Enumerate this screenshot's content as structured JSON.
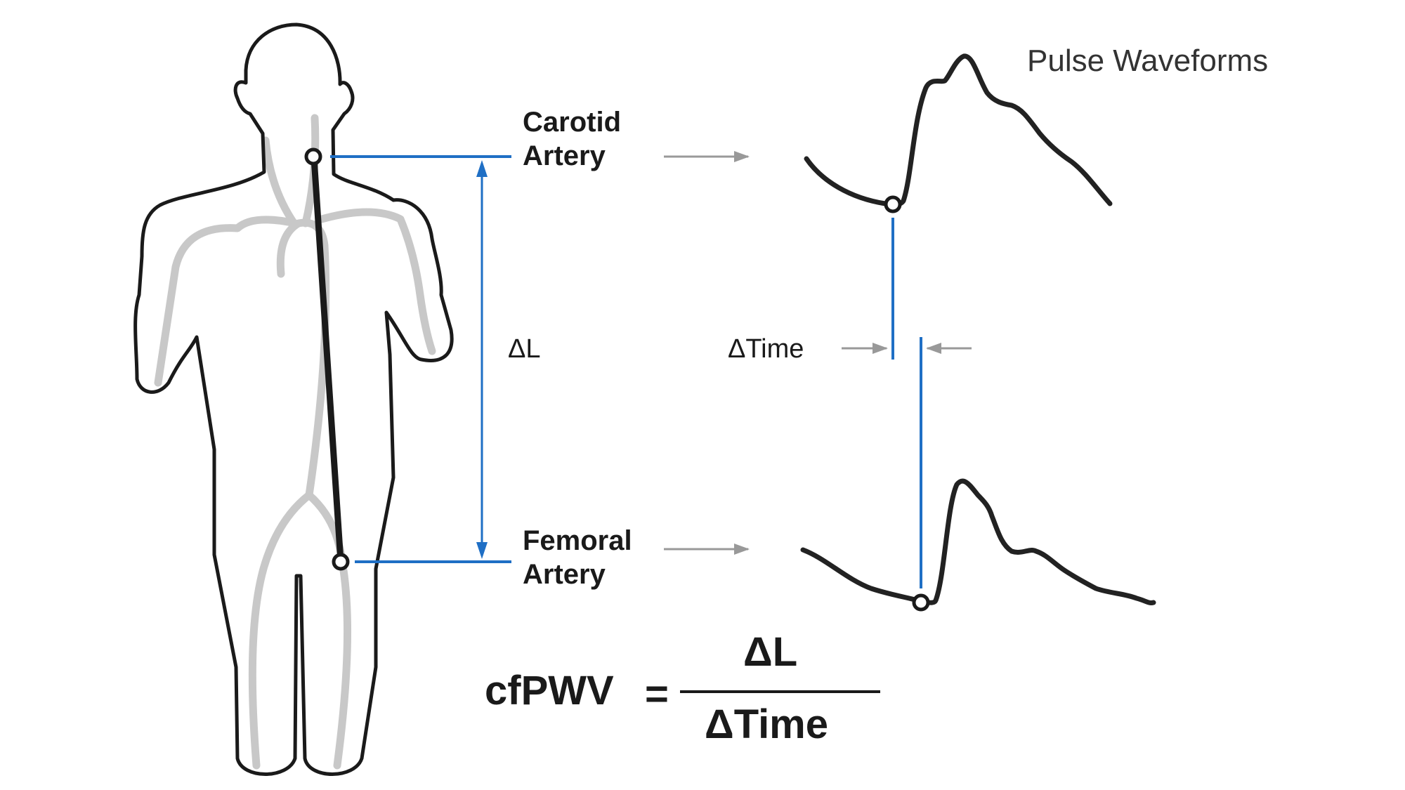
{
  "title": "Pulse Waveforms",
  "carotid": {
    "line1": "Carotid",
    "line2": "Artery"
  },
  "femoral": {
    "line1": "Femoral",
    "line2": "Artery"
  },
  "delta_l": "ΔL",
  "delta_time": "ΔTime",
  "formula": {
    "lhs": "cfPWV",
    "equals": "=",
    "numerator": "ΔL",
    "denominator": "ΔTime"
  },
  "colors": {
    "outline": "#1a1a1a",
    "artery": "#c8c8c8",
    "measure": "#1f6fc5",
    "arrow": "#999999"
  }
}
